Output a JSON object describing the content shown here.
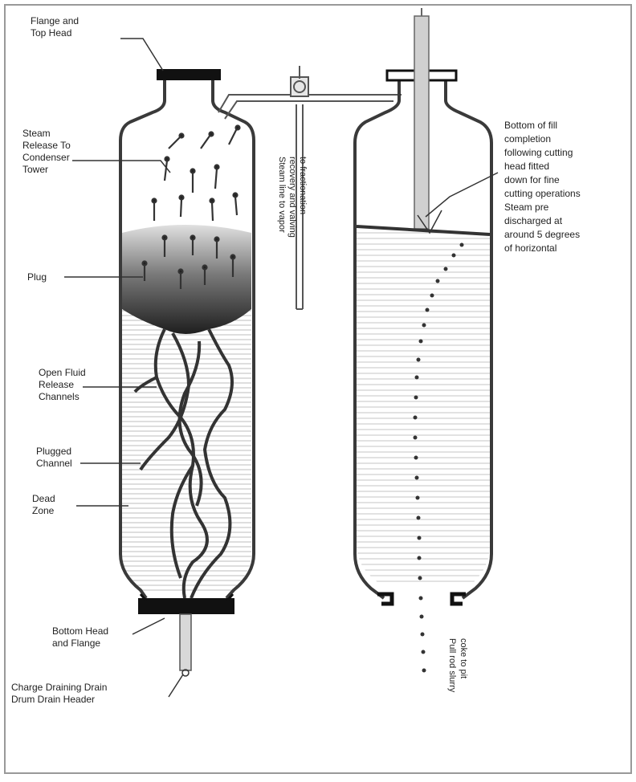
{
  "diagram": {
    "labels": {
      "flange_top_head": [
        "Flange and",
        "Top Head"
      ],
      "steam_release": [
        "Steam",
        "Release To",
        "Condenser",
        "Tower"
      ],
      "plug": [
        "Plug"
      ],
      "open_fluid_channels": [
        "Open Fluid",
        "Release",
        "Channels"
      ],
      "plugged_channel": [
        "Plugged",
        "Channel"
      ],
      "dead_zone": [
        "Dead",
        "Zone"
      ],
      "bottom_head_flange": [
        "Bottom Head",
        "and Flange"
      ],
      "coker_drain": [
        "Charge Draining Drain",
        "Drum Drain Header"
      ],
      "right_note": [
        "Bottom of fill",
        "completion",
        "following cutting",
        "head fitted",
        "down for fine",
        "cutting operations",
        "Steam pre",
        "discharged at",
        "around 5 degrees",
        "of horizontal"
      ],
      "vertical_note": [
        "Steam line to vapor",
        "recovery and valving",
        "to fractionation"
      ],
      "bottom_vertical_note": [
        "Pull rod slurry",
        "coke to pit"
      ]
    }
  }
}
